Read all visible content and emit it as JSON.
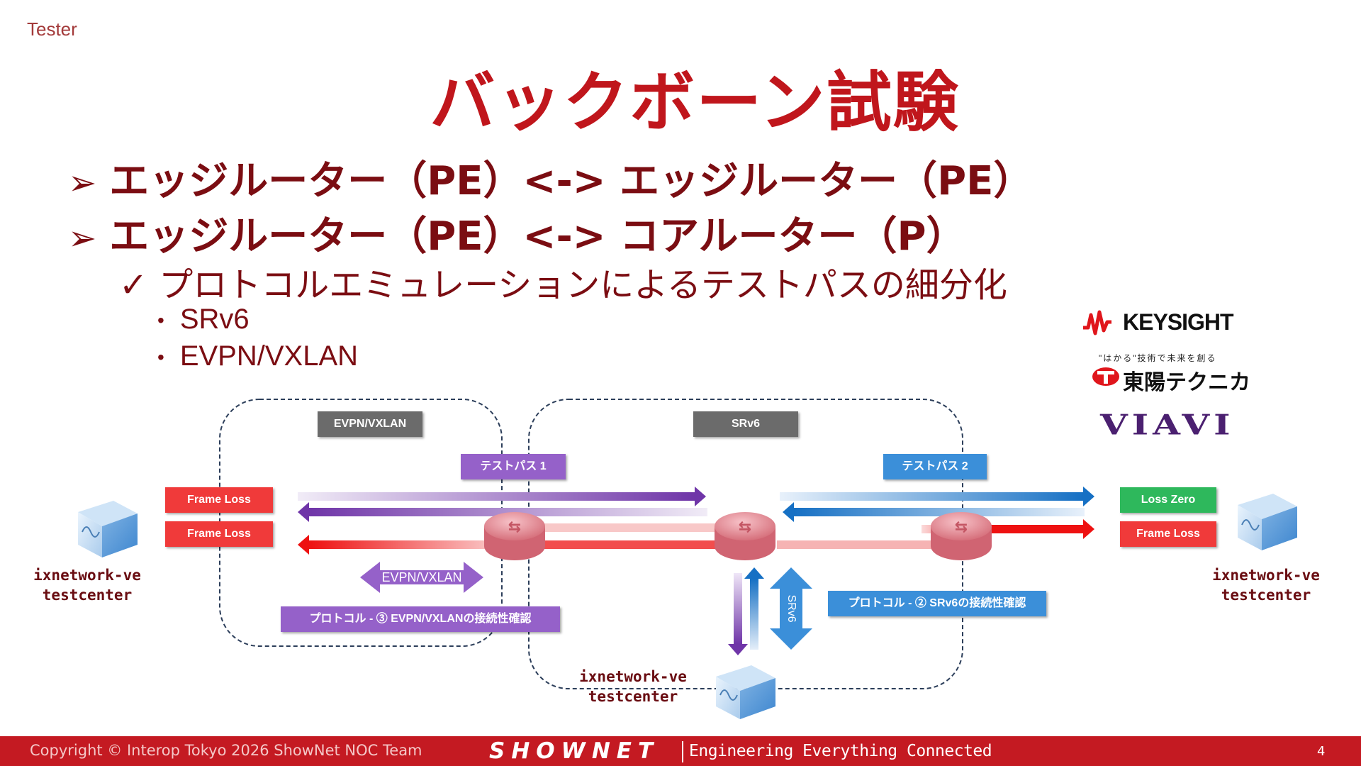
{
  "header": {
    "section_label": "Tester",
    "title": "バックボーン試験"
  },
  "bullets": {
    "level1": [
      {
        "marker": "➢",
        "text": "エッジルーター（PE）<-> エッジルーター（PE）"
      },
      {
        "marker": "➢",
        "text": "エッジルーター（PE）<-> コアルーター（P）"
      }
    ],
    "level2": {
      "marker": "✓",
      "text": "プロトコルエミュレーションによるテストパスの細分化"
    },
    "level3": [
      {
        "marker": "•",
        "text": "SRv6"
      },
      {
        "marker": "•",
        "text": "EVPN/VXLAN"
      }
    ]
  },
  "logos": {
    "keysight": "KEYSIGHT",
    "toyo_tagline": "\"はかる\"技術で未来を創る",
    "toyo_name": "東陽テクニカ",
    "viavi": "VIAVI"
  },
  "diagram": {
    "zones": {
      "evpn": "EVPN/VXLAN",
      "srv6": "SRv6"
    },
    "testpaths": {
      "path1": "テストパス 1",
      "path2": "テストパス 2"
    },
    "status": {
      "left_top": "Frame Loss",
      "left_bottom": "Frame Loss",
      "right_top": "Loss Zero",
      "right_bottom": "Frame Loss"
    },
    "protocols": {
      "evpn_arrow": "EVPN/VXLAN",
      "srv6_arrow": "SRv6",
      "evpn_check": "プロトコル - ③ EVPN/VXLANの接続性確認",
      "srv6_check": "プロトコル - ② SRv6の接続性確認"
    },
    "testers": {
      "left": {
        "line1": "ixnetwork-ve",
        "line2": "testcenter"
      },
      "right": {
        "line1": "ixnetwork-ve",
        "line2": "testcenter"
      },
      "bottom": {
        "line1": "ixnetwork-ve",
        "line2": "testcenter"
      }
    }
  },
  "footer": {
    "copyright": "Copyright © Interop Tokyo 2026 ShowNet NOC Team",
    "brand": "SHOWNET",
    "tagline": "Engineering Everything Connected",
    "page": "4"
  },
  "colors": {
    "brand_red": "#c41a22",
    "title_red": "#c0161c",
    "text_dark_red": "#7b0d12",
    "purple": "#7a3fb0",
    "blue": "#1f72c4",
    "red_line": "#ee1111"
  }
}
